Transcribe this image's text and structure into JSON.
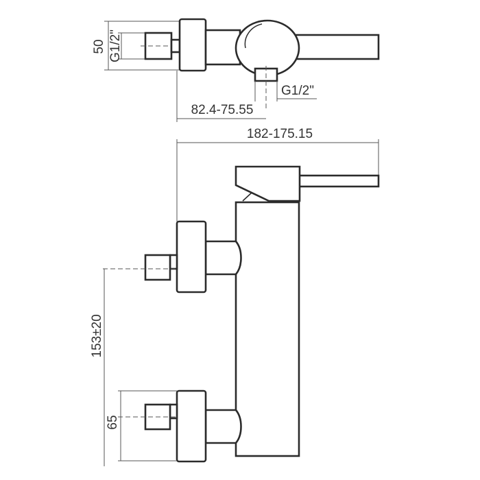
{
  "drawing": {
    "dimensions": {
      "height_top": "50",
      "inlet_thread_left": "G1/2\"",
      "outlet_thread": "G1/2\"",
      "inlet_to_lever": "82.4-75.55",
      "overall_width": "182-175.15",
      "inlet_spacing": "153±20",
      "bottom_offset": "65"
    }
  }
}
